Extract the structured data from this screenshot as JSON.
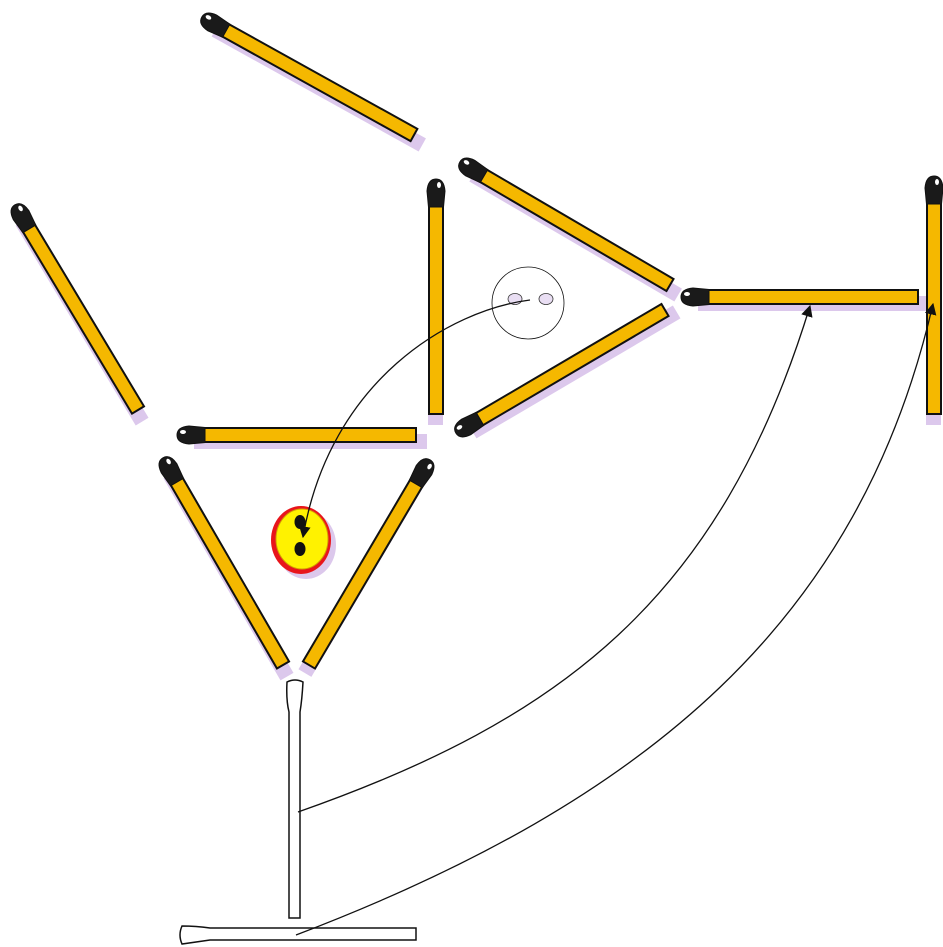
{
  "palette": {
    "match_body": "#F5B800",
    "match_outline": "#111111",
    "match_head": "#1a1a1a",
    "shadow": "#DCC8EC",
    "button_fill": "#FFF200",
    "button_rim": "#E8151B",
    "ghost_fill": "#ffffff",
    "ghost_hole": "#E9DEF3",
    "arrow": "#111111"
  },
  "figures": {
    "left_glass": {
      "match_count": 5,
      "button": "yellow-button",
      "stem": "ghost-stem",
      "base": "ghost-base"
    },
    "right_figure": {
      "match_count": 5,
      "button": "ghost-button"
    }
  },
  "moves": [
    {
      "from": "ghost-button",
      "to": "yellow-button"
    },
    {
      "from": "ghost-stem",
      "to": "right-horizontal-match"
    },
    {
      "from": "ghost-base",
      "to": "right-vertical-match"
    }
  ]
}
